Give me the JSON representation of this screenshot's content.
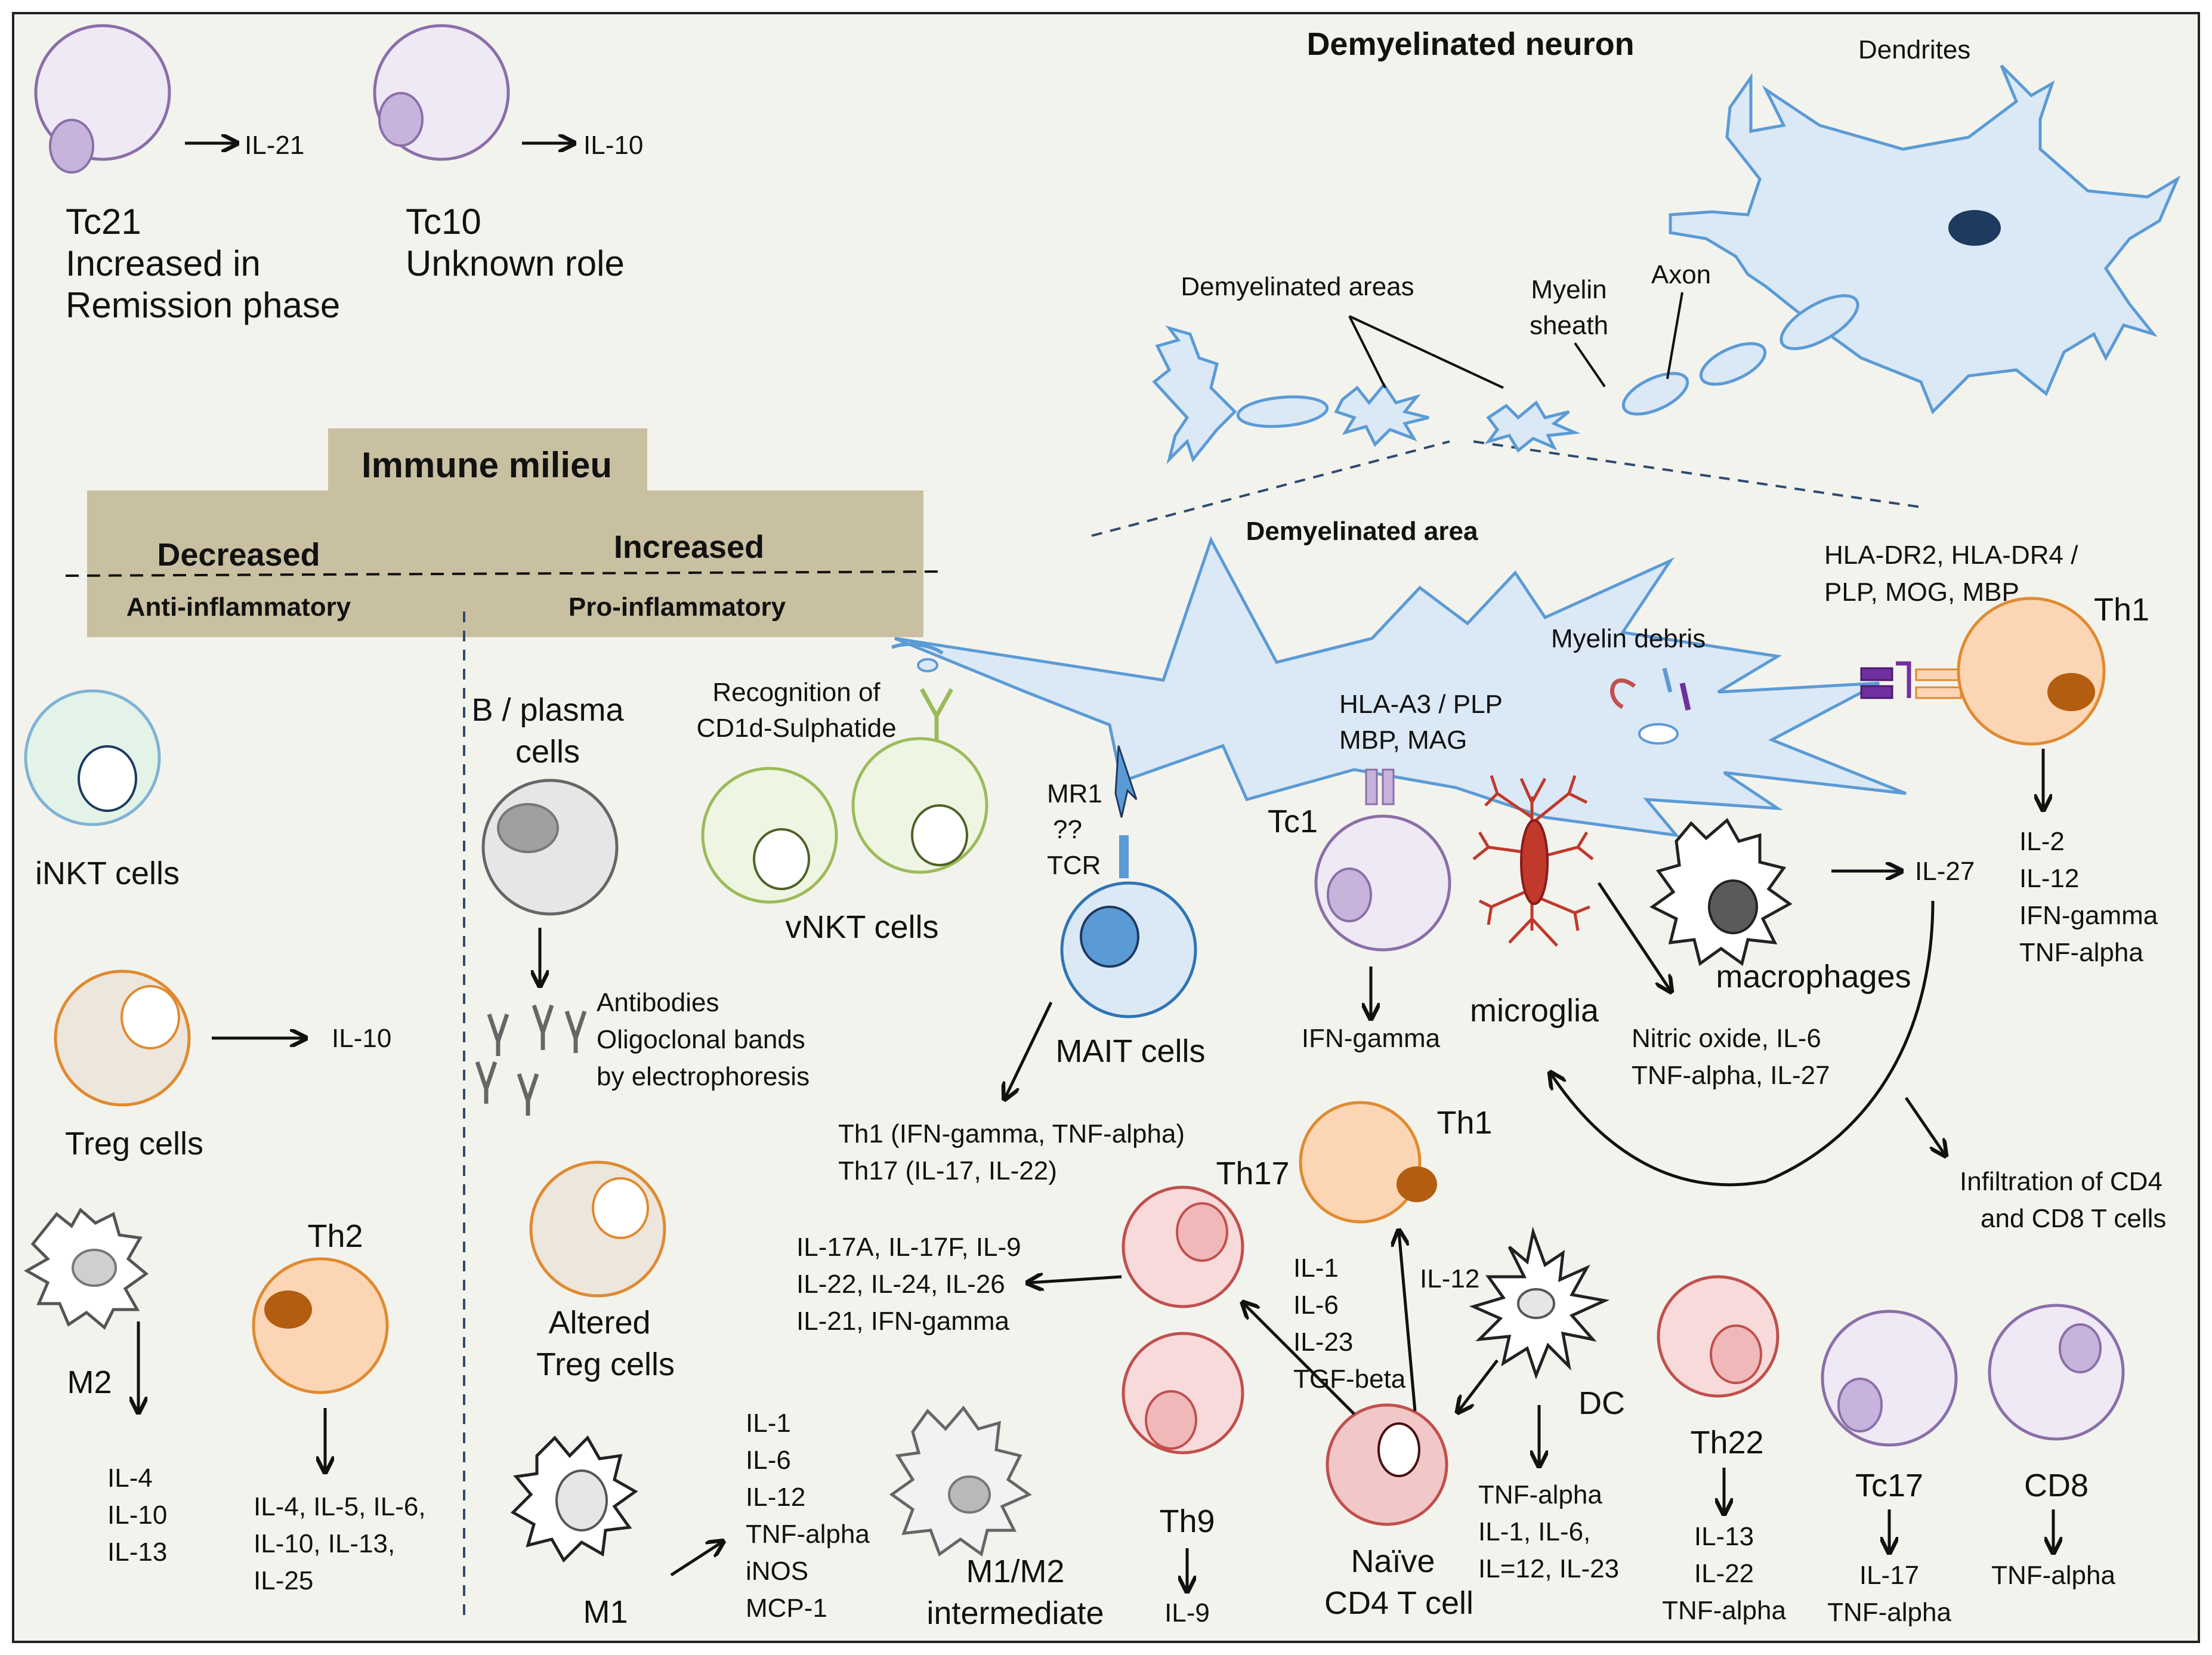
{
  "texts": {
    "tc21_label": "Tc21",
    "tc21_desc1": "Increased in",
    "tc21_desc2": "Remission phase",
    "tc21_il": "IL-21",
    "tc10_label": "Tc10",
    "tc10_desc": "Unknown role",
    "tc10_il": "IL-10",
    "immune_milieu": "Immune milieu",
    "decreased": "Decreased",
    "increased": "Increased",
    "anti_inflammatory": "Anti-inflammatory",
    "pro_inflammatory": "Pro-inflammatory",
    "inkt": "iNKT cells",
    "treg": "Treg cells",
    "treg_il": "IL-10",
    "m2": "M2",
    "m2_out": [
      "IL-4",
      "IL-10",
      "IL-13"
    ],
    "th2": "Th2",
    "th2_out": [
      "IL-4, IL-5, IL-6,",
      "IL-10, IL-13,",
      "IL-25"
    ],
    "bplasma": [
      "B / plasma",
      "cells"
    ],
    "antibodies": [
      "Antibodies",
      "Oligoclonal bands",
      "by electrophoresis"
    ],
    "altered_treg": [
      "Altered",
      "Treg cells"
    ],
    "m1": "M1",
    "m1_out": [
      "IL-1",
      "IL-6",
      "IL-12",
      "TNF-alpha",
      "iNOS",
      "MCP-1"
    ],
    "m1m2": [
      "M1/M2",
      "intermediate"
    ],
    "recognition": [
      "Recognition of",
      "CD1d-Sulphatide"
    ],
    "vnkt": "vNKT cells",
    "mr1": [
      "MR1",
      "??",
      "TCR"
    ],
    "mait": "MAIT cells",
    "mait_out": [
      "Th1 (IFN-gamma, TNF-alpha)",
      "Th17 (IL-17, IL-22)"
    ],
    "demyelinated_neuron": "Demyelinated neuron",
    "dendrites": "Dendrites",
    "demyelinated_areas": "Demyelinated areas",
    "myelin_sheath": [
      "Myelin",
      "sheath"
    ],
    "axon": "Axon",
    "demyelinated_area": "Demyelinated area",
    "myelin_debris": "Myelin debris",
    "hla_a3": [
      "HLA-A3 / PLP",
      "MBP, MAG"
    ],
    "hla_dr": [
      "HLA-DR2, HLA-DR4 /",
      "PLP, MOG, MBP"
    ],
    "th1_top": "Th1",
    "th1_top_out": [
      "IL-2",
      "IL-12",
      "IFN-gamma",
      "TNF-alpha"
    ],
    "tc1": "Tc1",
    "tc1_out": "IFN-gamma",
    "microglia": "microglia",
    "microglia_out": [
      "Nitric oxide, IL-6",
      "TNF-alpha, IL-27"
    ],
    "macrophages": "macrophages",
    "il27": "IL-27",
    "infiltration": [
      "Infiltration of CD4",
      "and CD8 T cells"
    ],
    "th1_mid": "Th1",
    "th17": "Th17",
    "th17_out": [
      "IL-17A, IL-17F, IL-9",
      "IL-22, IL-24, IL-26",
      "IL-21, IFN-gamma"
    ],
    "th17_in": [
      "IL-1",
      "IL-6",
      "IL-23",
      "TGF-beta"
    ],
    "il12": "IL-12",
    "th9": "Th9",
    "th9_out": "IL-9",
    "naive": [
      "Naïve",
      "CD4 T cell"
    ],
    "dc": "DC",
    "dc_out": [
      "TNF-alpha",
      "IL-1, IL-6,",
      "IL=12, IL-23"
    ],
    "th22": "Th22",
    "th22_out": [
      "IL-13",
      "IL-22",
      "TNF-alpha"
    ],
    "tc17": "Tc17",
    "tc17_out": [
      "IL-17",
      "TNF-alpha"
    ],
    "cd8": "CD8",
    "cd8_out": "TNF-alpha"
  },
  "colors": {
    "background": "#f3f3ee",
    "milieu_box": "#c9c0a1",
    "neuron_fill": "#dbe8f5",
    "neuron_stroke": "#5b9bd5",
    "purple_cell": "#efe8f5",
    "purple_stroke": "#8a6fa8",
    "orange_cell": "#fcd6b4",
    "orange_stroke": "#e08a30",
    "pink_cell": "#f8dada",
    "pink_stroke": "#c0504d",
    "green_stroke": "#9bbb59",
    "microglia": "#c0392b"
  }
}
